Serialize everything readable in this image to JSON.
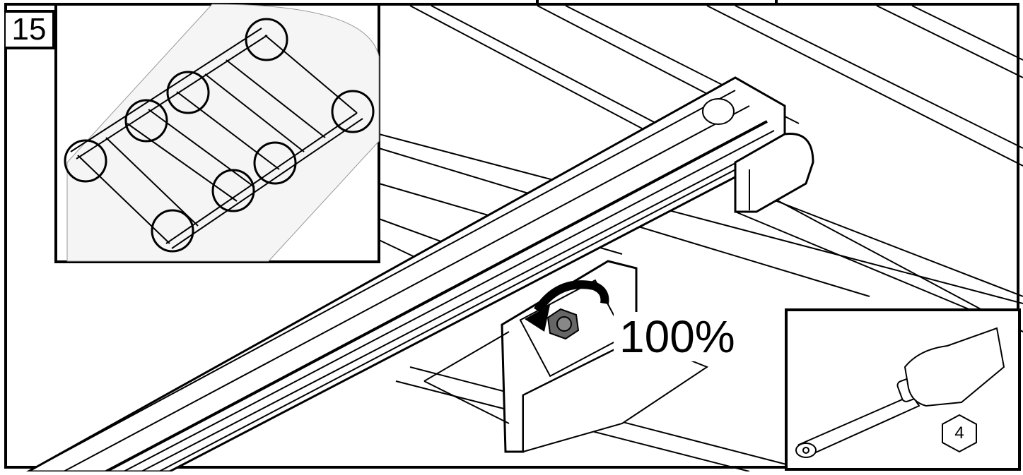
{
  "step": {
    "number": "15"
  },
  "torque": {
    "label": "100%"
  },
  "tool": {
    "size": "4"
  },
  "inset_rack": {
    "highlighted_points": 8
  },
  "colors": {
    "line": "#000000",
    "background": "#ffffff",
    "nut": "#555555"
  },
  "icons": [
    "rotation-arrow-icon",
    "ratchet-wrench-icon",
    "hand-icon",
    "hexagon-socket-size-icon"
  ]
}
